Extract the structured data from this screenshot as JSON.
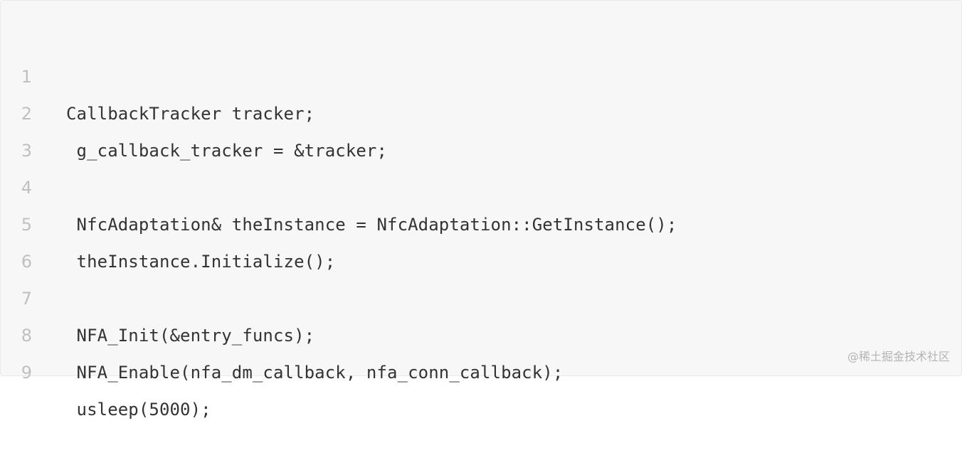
{
  "code_block": {
    "lines": [
      {
        "number": "1",
        "code": "CallbackTracker tracker;"
      },
      {
        "number": "2",
        "code": " g_callback_tracker = &tracker;"
      },
      {
        "number": "3",
        "code": ""
      },
      {
        "number": "4",
        "code": " NfcAdaptation& theInstance = NfcAdaptation::GetInstance();"
      },
      {
        "number": "5",
        "code": " theInstance.Initialize();"
      },
      {
        "number": "6",
        "code": ""
      },
      {
        "number": "7",
        "code": " NFA_Init(&entry_funcs);"
      },
      {
        "number": "8",
        "code": " NFA_Enable(nfa_dm_callback, nfa_conn_callback);"
      },
      {
        "number": "9",
        "code": " usleep(5000);"
      }
    ]
  },
  "watermark": "@稀土掘金技术社区",
  "colors": {
    "background": "#f7f7f7",
    "line_number": "#c0c0c0",
    "code_text": "#333333",
    "watermark": "#b4b4b4"
  }
}
